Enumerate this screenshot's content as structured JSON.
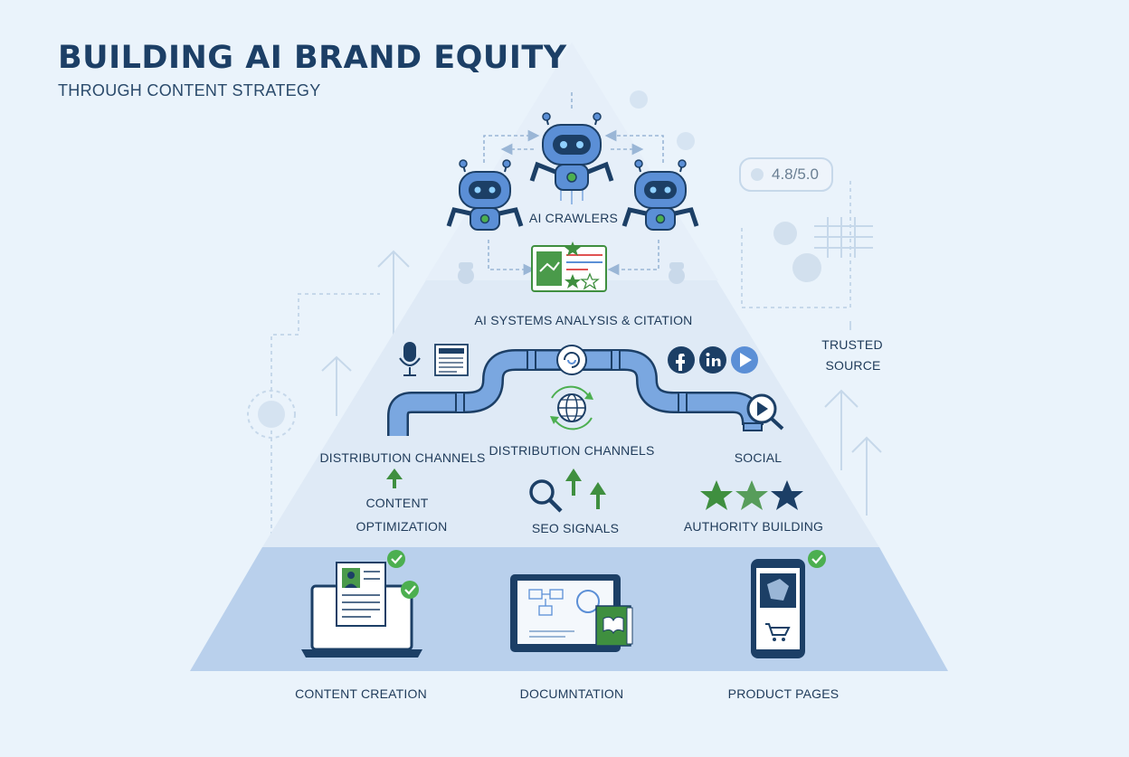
{
  "header": {
    "title": "BUILDING AI BRAND EQUITY",
    "subtitle": "THROUGH CONTENT STRATEGY"
  },
  "apex": {
    "crawlers_label": "AI CRAWLERS",
    "analysis_label": "AI SYSTEMS ANALYSIS & CITATION"
  },
  "middle": {
    "left_channel_label": "DISTRIBUTION CHANNELS",
    "center_channel_label": "DISTRIBUTION CHANNELS",
    "social_label": "SOCIAL",
    "content_opt_label_1": "CONTENT",
    "content_opt_label_2": "OPTIMIZATION",
    "seo_label": "SEO SIGNALS",
    "authority_label": "AUTHORITY BUILDING"
  },
  "base": {
    "content_creation_label": "CONTENT CREATION",
    "documentation_label": "DOCUMNTATION",
    "product_pages_label": "PRODUCT PAGES"
  },
  "side": {
    "rating_text": "4.8/5.0",
    "trusted_line1": "TRUSTED",
    "trusted_line2": "SOURCE"
  },
  "colors": {
    "navy": "#1c3f66",
    "robot_blue": "#5b8fd6",
    "pipe_blue": "#7aa7e0",
    "green": "#3f8f3f",
    "pyramid_upper": "#dfeaf6",
    "pyramid_base": "#b9d0ec"
  }
}
